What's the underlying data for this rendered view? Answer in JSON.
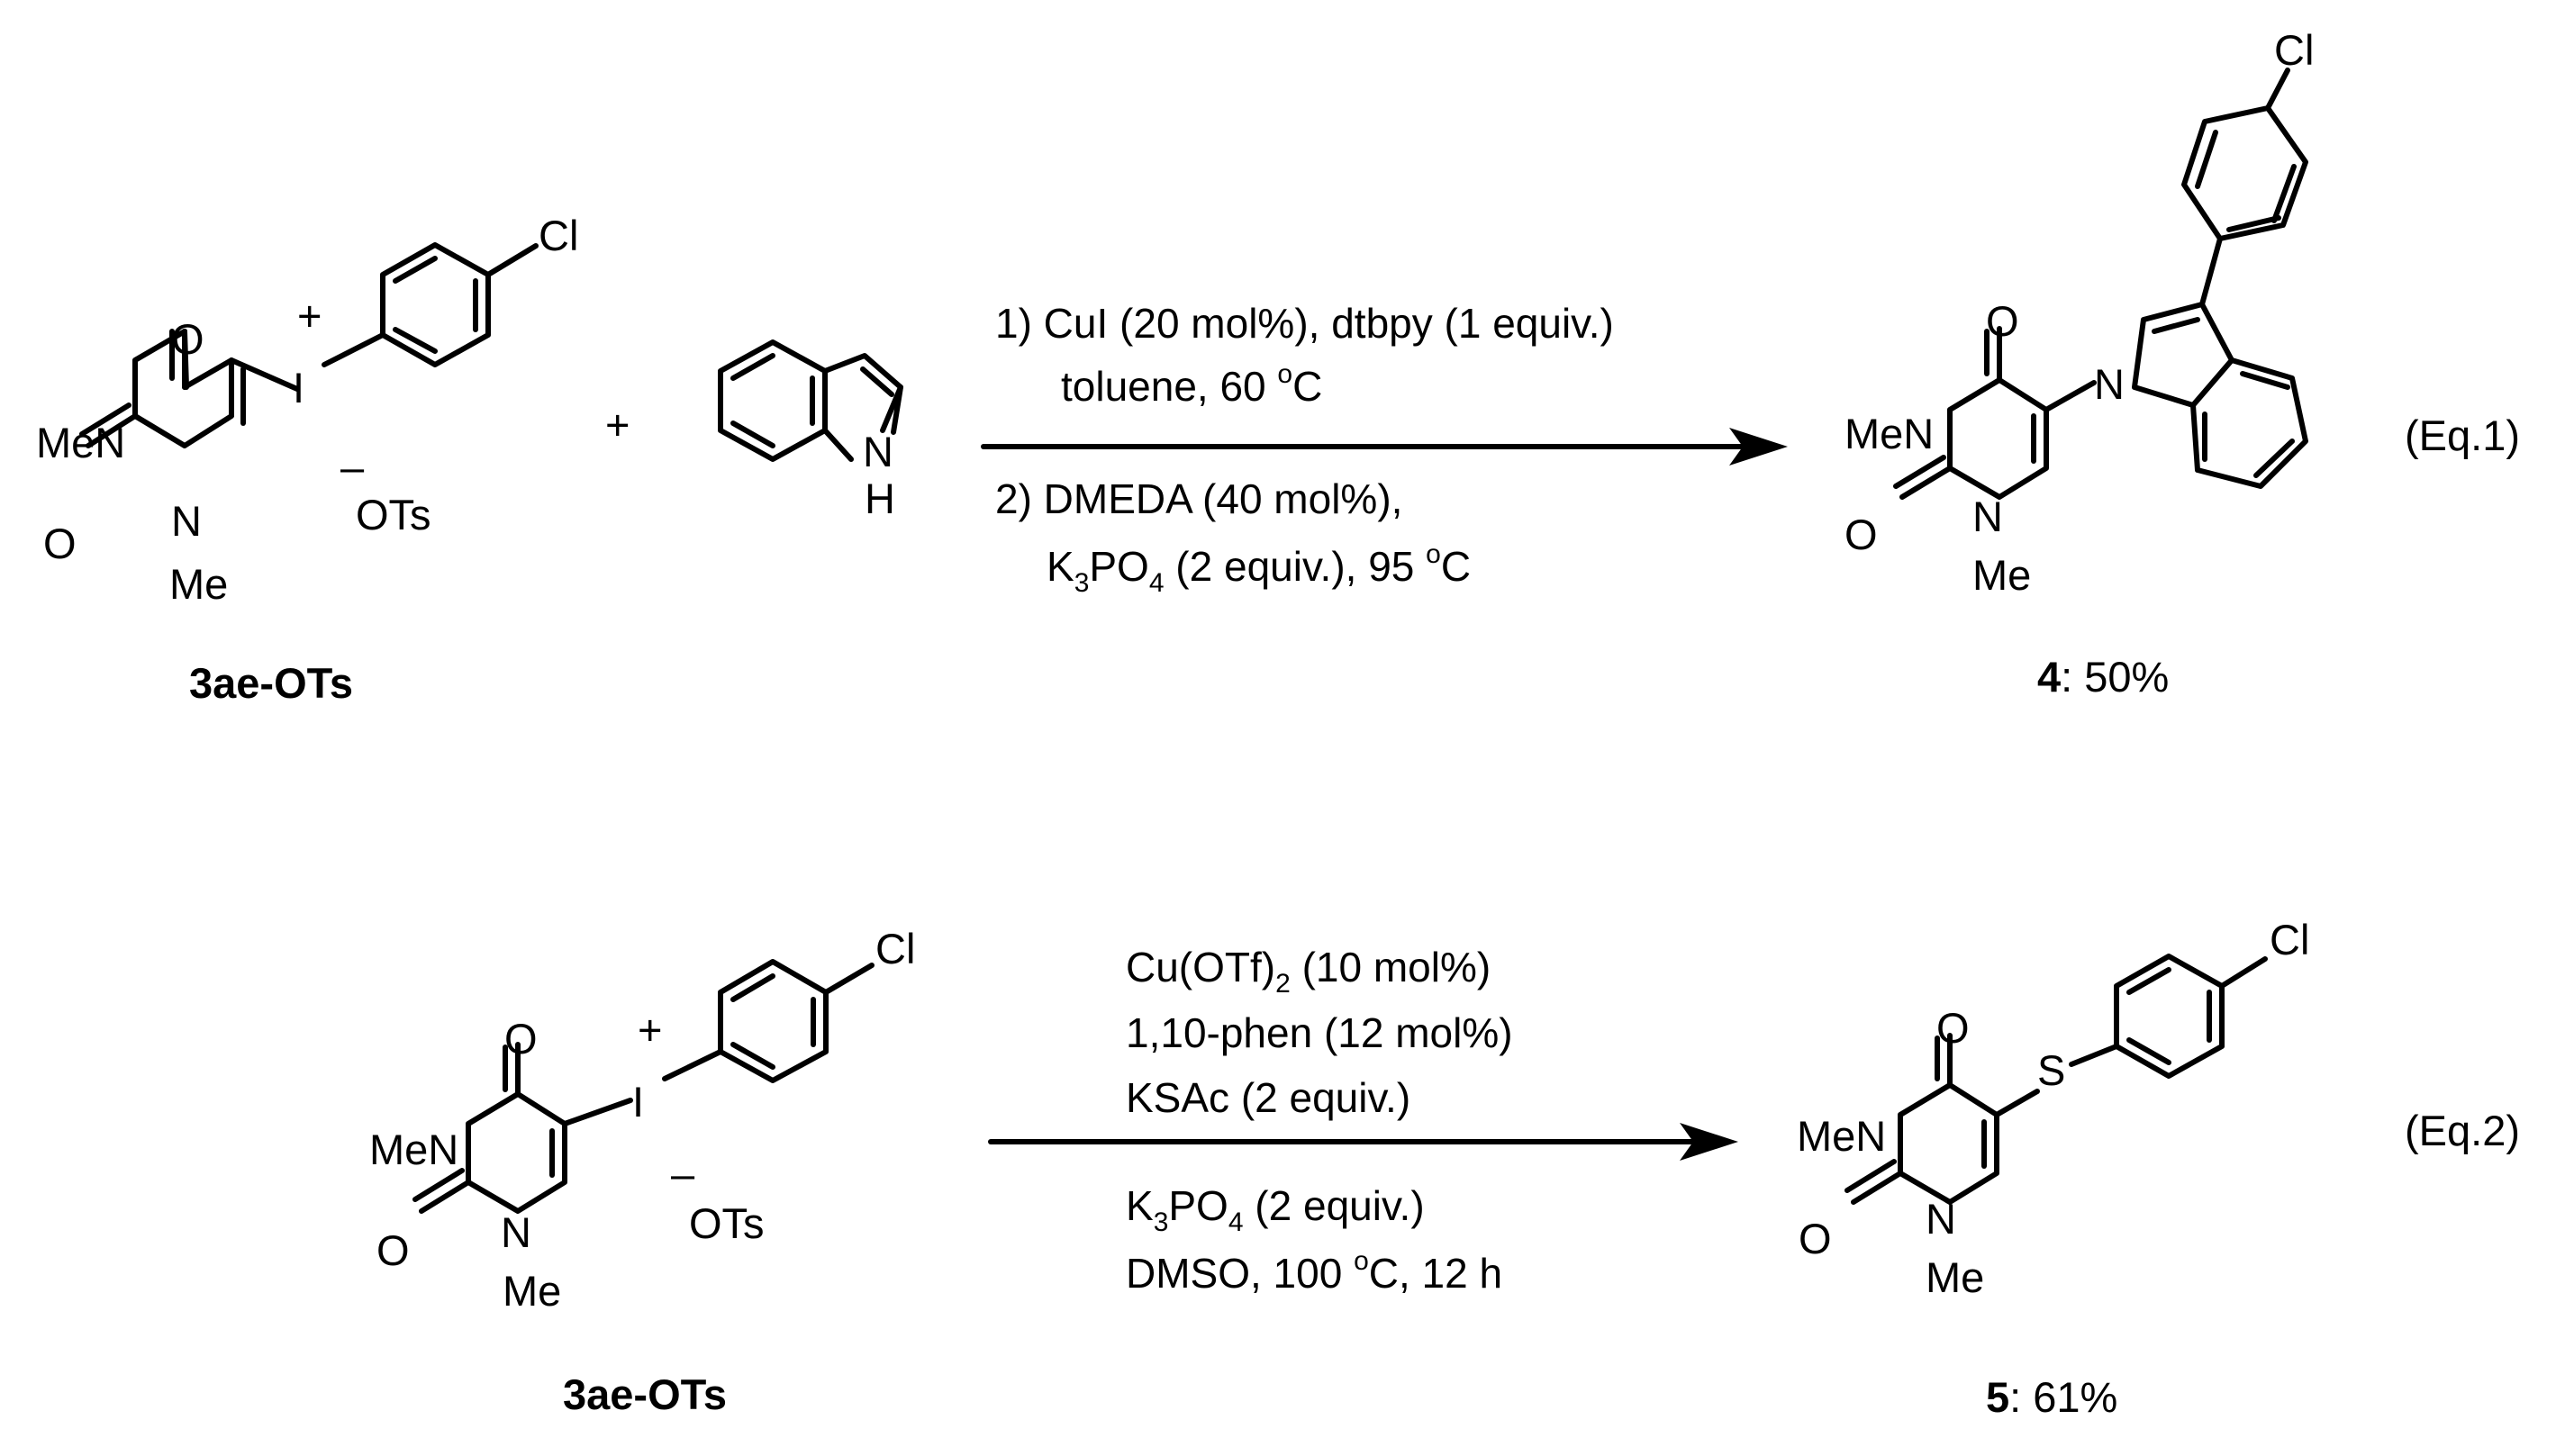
{
  "eq1": {
    "reactant": {
      "label": "3ae-OTs",
      "atoms": {
        "cl": "Cl",
        "o_top": "O",
        "i": "I",
        "i_charge": "+",
        "men": "MeN",
        "counter_charge": "–",
        "counter": "OTs",
        "o_left": "O",
        "n": "N",
        "me": "Me"
      }
    },
    "plus": "+",
    "indole": {
      "n": "N",
      "h": "H"
    },
    "conditions_top": {
      "line1": "1) CuI (20 mol%), dtbpy (1 equiv.)",
      "line2_text": "toluene, 60 ",
      "line2_sup": "o",
      "line2_end": "C"
    },
    "conditions_bottom": {
      "line1": "2) DMEDA (40 mol%),",
      "line2_a": "K",
      "line2_sub1": "3",
      "line2_b": "PO",
      "line2_sub2": "4",
      "line2_c": " (2 equiv.), 95 ",
      "line2_sup": "o",
      "line2_end": "C"
    },
    "product": {
      "label_num": "4",
      "label_yield": ": 50%",
      "atoms": {
        "cl": "Cl",
        "o_top": "O",
        "n_indole": "N",
        "men": "MeN",
        "o_left": "O",
        "n": "N",
        "me": "Me"
      }
    },
    "tag": "(Eq.1)"
  },
  "eq2": {
    "reactant": {
      "label": "3ae-OTs",
      "atoms": {
        "cl": "Cl",
        "o_top": "O",
        "i": "I",
        "i_charge": "+",
        "men": "MeN",
        "counter_charge": "–",
        "counter": "OTs",
        "o_left": "O",
        "n": "N",
        "me": "Me"
      }
    },
    "conditions_top": {
      "line1_a": "Cu(OTf)",
      "line1_sub": "2",
      "line1_b": " (10 mol%)",
      "line2": "1,10-phen (12 mol%)",
      "line3": "KSAc (2 equiv.)"
    },
    "conditions_bottom": {
      "line1_a": "K",
      "line1_sub1": "3",
      "line1_b": "PO",
      "line1_sub2": "4",
      "line1_c": " (2 equiv.)",
      "line2_text": "DMSO, 100 ",
      "line2_sup": "o",
      "line2_end": "C, 12 h"
    },
    "product": {
      "label_num": "5",
      "label_yield": ": 61%",
      "atoms": {
        "cl": "Cl",
        "s": "S",
        "o_top": "O",
        "men": "MeN",
        "o_left": "O",
        "n": "N",
        "me": "Me"
      }
    },
    "tag": "(Eq.2)"
  }
}
